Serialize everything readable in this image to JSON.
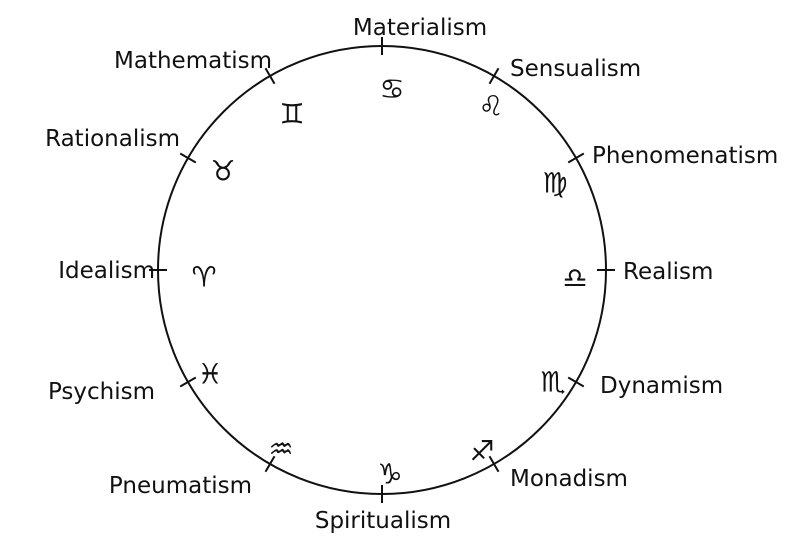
{
  "diagram": {
    "stroke_color": "#111111",
    "background": "#ffffff",
    "positions": [
      {
        "label": "Materialism",
        "sign_name": "cancer",
        "sign_glyph": "♋"
      },
      {
        "label": "Sensualism",
        "sign_name": "leo",
        "sign_glyph": "♌"
      },
      {
        "label": "Phenomenatism",
        "sign_name": "virgo",
        "sign_glyph": "♍"
      },
      {
        "label": "Realism",
        "sign_name": "libra",
        "sign_glyph": "♎"
      },
      {
        "label": "Dynamism",
        "sign_name": "scorpio",
        "sign_glyph": "♏"
      },
      {
        "label": "Monadism",
        "sign_name": "sagittarius",
        "sign_glyph": "♐"
      },
      {
        "label": "Spiritualism",
        "sign_name": "capricorn",
        "sign_glyph": "♑"
      },
      {
        "label": "Pneumatism",
        "sign_name": "aquarius",
        "sign_glyph": "♒"
      },
      {
        "label": "Psychism",
        "sign_name": "pisces",
        "sign_glyph": "♓"
      },
      {
        "label": "Idealism",
        "sign_name": "aries",
        "sign_glyph": "♈"
      },
      {
        "label": "Rationalism",
        "sign_name": "taurus",
        "sign_glyph": "♉"
      },
      {
        "label": "Mathematism",
        "sign_name": "gemini",
        "sign_glyph": "♊"
      }
    ]
  }
}
